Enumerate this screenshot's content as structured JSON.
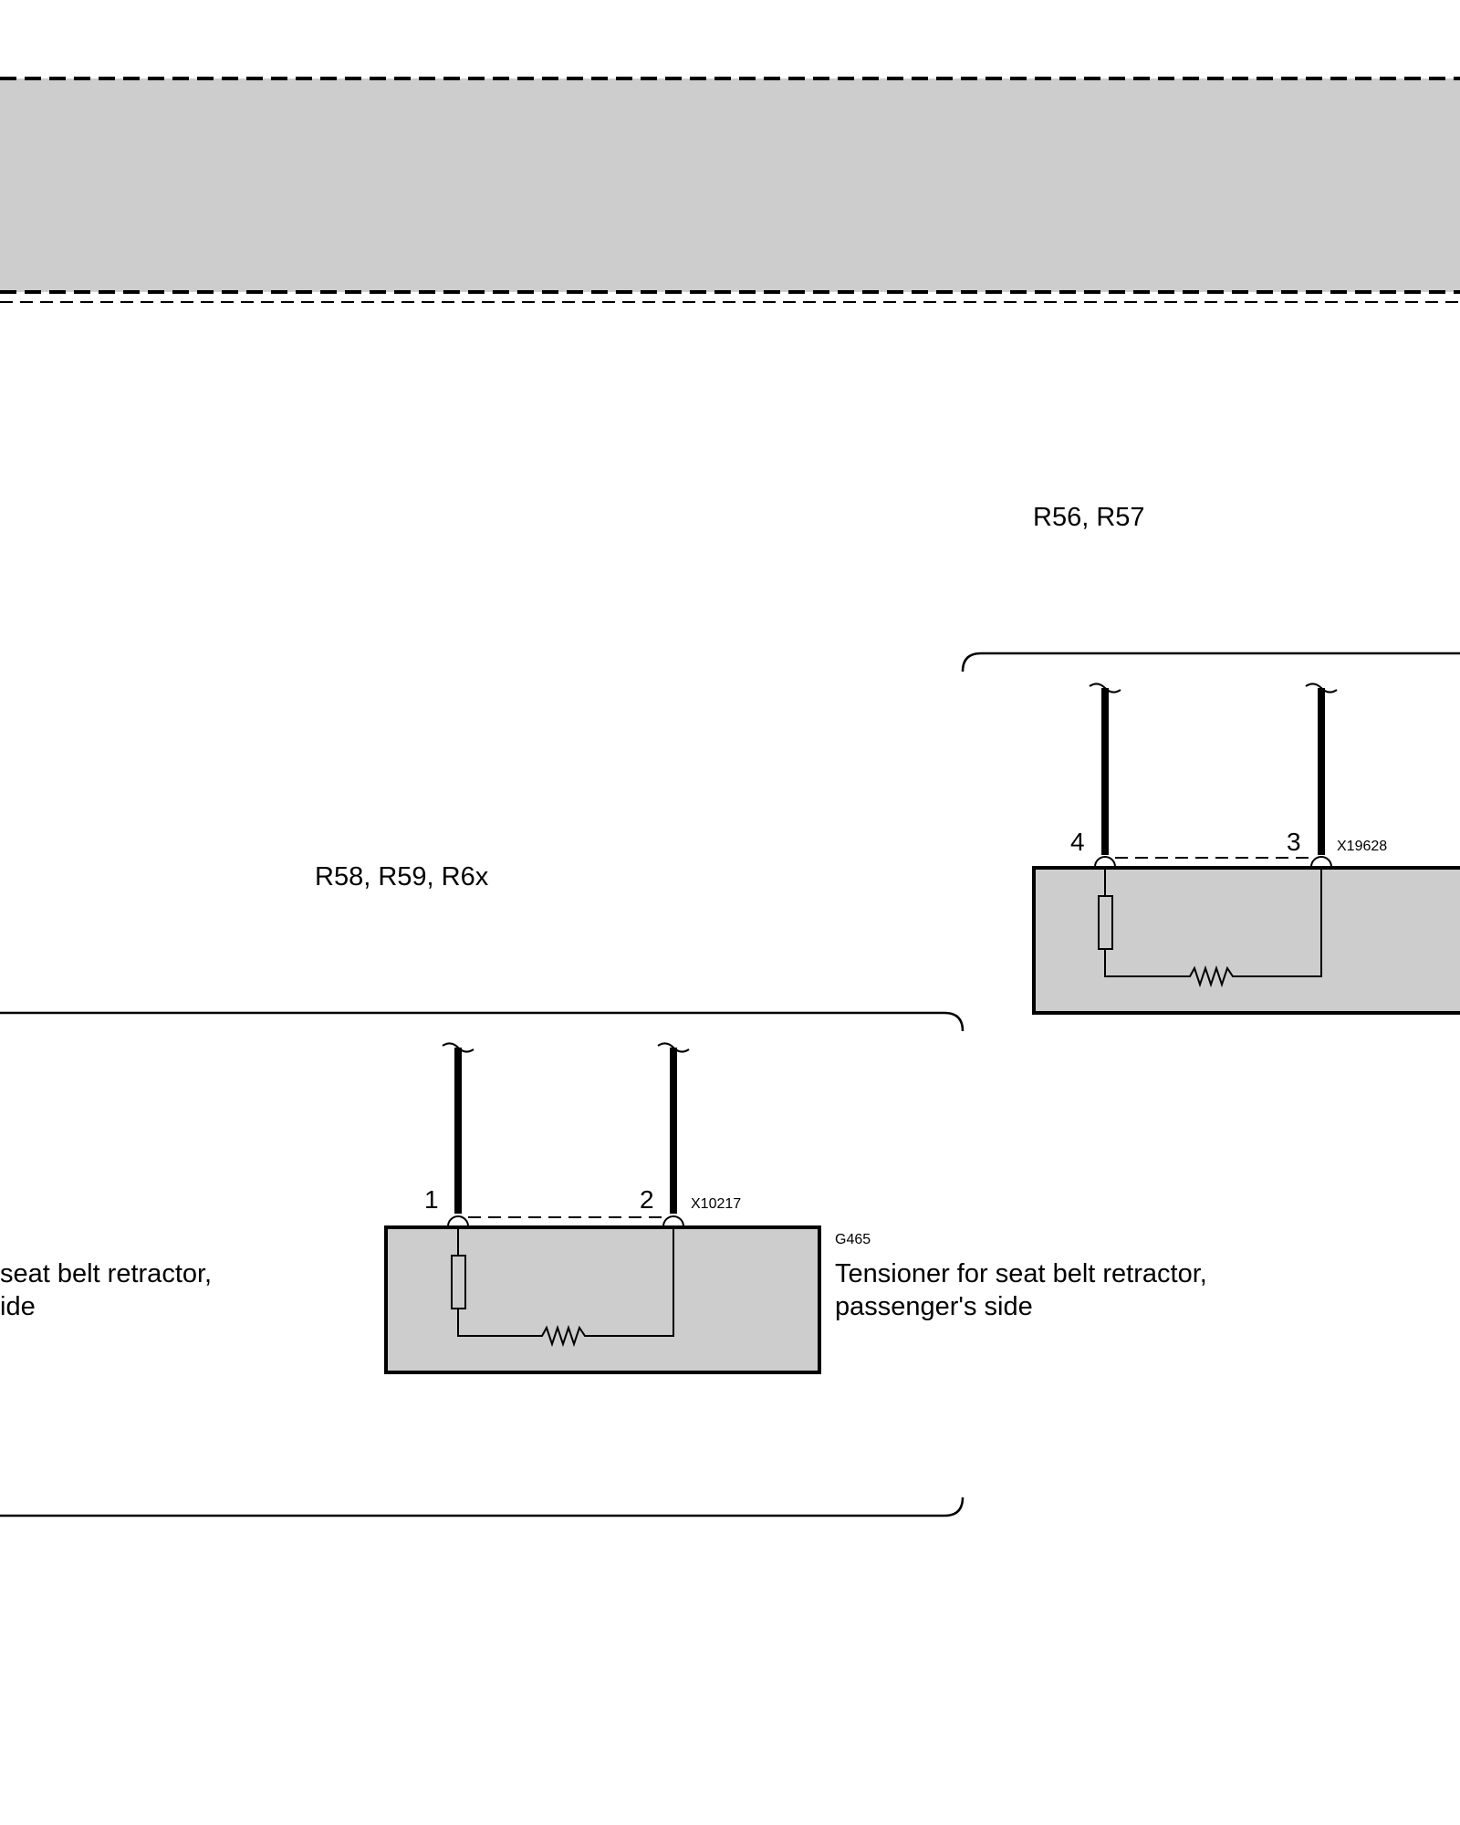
{
  "variants": {
    "upper": "R56, R57",
    "lower": "R58, R59, R6x"
  },
  "connectors": {
    "upper": {
      "id": "X19628",
      "pin_left": "4",
      "pin_right": "3"
    },
    "lower": {
      "id": "X10217",
      "pin_left": "1",
      "pin_right": "2"
    }
  },
  "components": {
    "passenger": {
      "id": "G465",
      "line1": "Tensioner for seat belt retractor,",
      "line2": "passenger's side"
    },
    "driver_partial": {
      "line1": "seat belt retractor,",
      "line2": "ide"
    }
  },
  "colors": {
    "component_fill": "#cdcdcd",
    "line": "#000000"
  }
}
